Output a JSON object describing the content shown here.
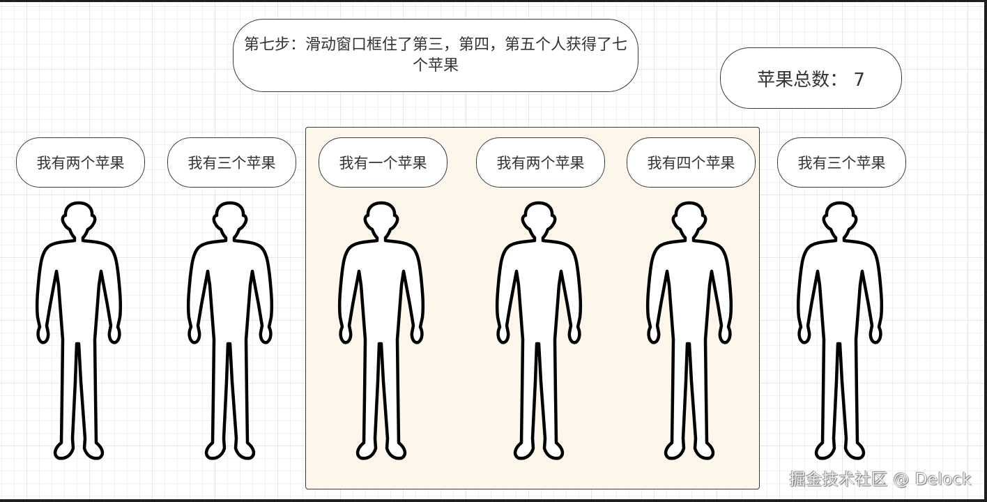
{
  "title_box": {
    "text": "第七步：滑动窗口框住了第三，第四，第五个人获得了七个苹果"
  },
  "total_box": {
    "label": "苹果总数：",
    "value": "7",
    "text": "苹果总数： 7"
  },
  "sliding_window": {
    "covers_people": [
      3,
      4,
      5
    ],
    "fill_color": "#fcf7ea",
    "border_color": "#3a3a3a"
  },
  "people": [
    {
      "index": 1,
      "speech": "我有两个苹果",
      "apples": 2,
      "in_window": false
    },
    {
      "index": 2,
      "speech": "我有三个苹果",
      "apples": 3,
      "in_window": false
    },
    {
      "index": 3,
      "speech": "我有一个苹果",
      "apples": 1,
      "in_window": true
    },
    {
      "index": 4,
      "speech": "我有两个苹果",
      "apples": 2,
      "in_window": true
    },
    {
      "index": 5,
      "speech": "我有四个苹果",
      "apples": 4,
      "in_window": true
    },
    {
      "index": 6,
      "speech": "我有三个苹果",
      "apples": 3,
      "in_window": false
    }
  ],
  "watermark": "掘金技术社区 @ Delock",
  "colors": {
    "stroke": "#000000",
    "text": "#333333",
    "canvas": "#ffffff",
    "grid": "#e6e6e6"
  }
}
